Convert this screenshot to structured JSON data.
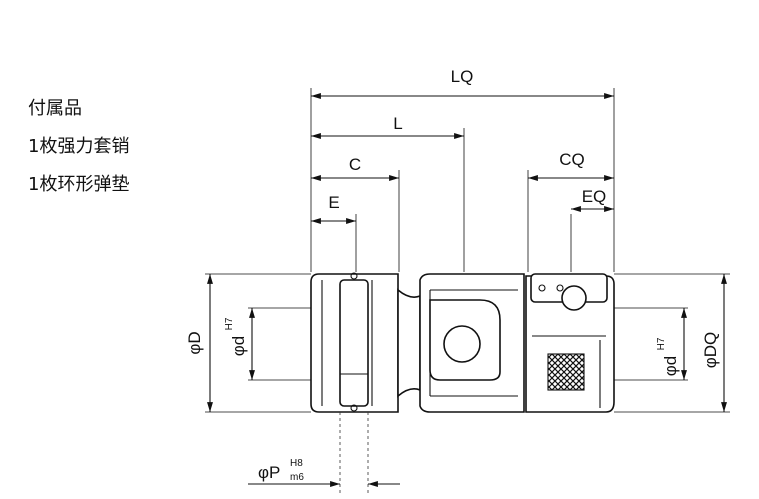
{
  "notes": {
    "line1": "付属品",
    "line2": "1枚强力套销",
    "line3": "1枚环形弹垫"
  },
  "dims": {
    "LQ": "LQ",
    "L": "L",
    "C": "C",
    "E": "E",
    "CQ": "CQ",
    "EQ": "EQ",
    "D": "φD",
    "d": "φd",
    "d_tol": "H7",
    "dq_bore": "φd",
    "dq_bore_tol": "H7",
    "DQ": "φDQ",
    "P": "φP",
    "P_tol_upper": "H8",
    "P_tol_lower": "m6"
  }
}
